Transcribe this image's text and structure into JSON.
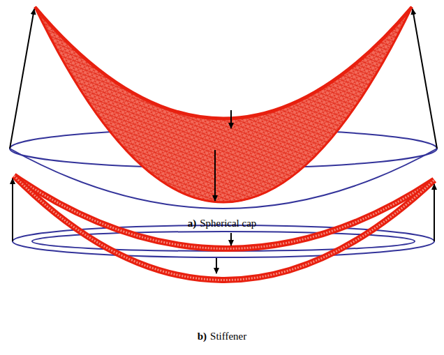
{
  "diagram": {
    "labels": [
      "a)",
      "Spherical cap",
      "b)",
      "Stiffener"
    ]
  }
}
